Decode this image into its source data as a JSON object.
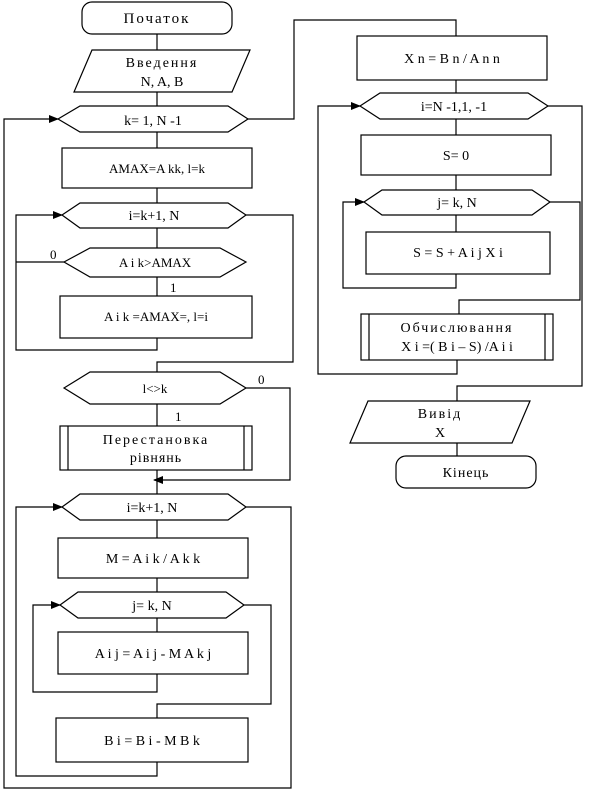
{
  "flowchart": {
    "start": "Початок",
    "input": [
      "Введення",
      "N, A, B"
    ],
    "loop_k": "k= 1, N -1",
    "amax_assign": "AMAX=A kk, l=k",
    "loop_i1": "i=k+1, N",
    "cond_amax": "A i k>AMAX",
    "branch_zero_1": "0",
    "branch_one_1": "1",
    "amax_update": "A i k =AMAX=, l=i",
    "cond_l": "l<>k",
    "branch_zero_2": "0",
    "branch_one_2": "1",
    "swap": [
      "Перестановка",
      "рівнянь"
    ],
    "loop_i2": "i=k+1, N",
    "m_assign": "M = A i k / A k k",
    "loop_j1": "j= k, N",
    "a_update": "A i j = A i j - M A k j",
    "b_update": "B i = B i - M B k",
    "xn_assign": "X n = B n / A n n",
    "loop_i3": "i=N -1,1, -1",
    "s_zero": "S= 0",
    "loop_j2": "j= k, N",
    "s_accum": "S = S + A i j X i",
    "compute": [
      "Обчислювання",
      "X i =( B i – S) /A i i"
    ],
    "output": [
      "Вивід",
      "X"
    ],
    "end": "Кінець"
  }
}
